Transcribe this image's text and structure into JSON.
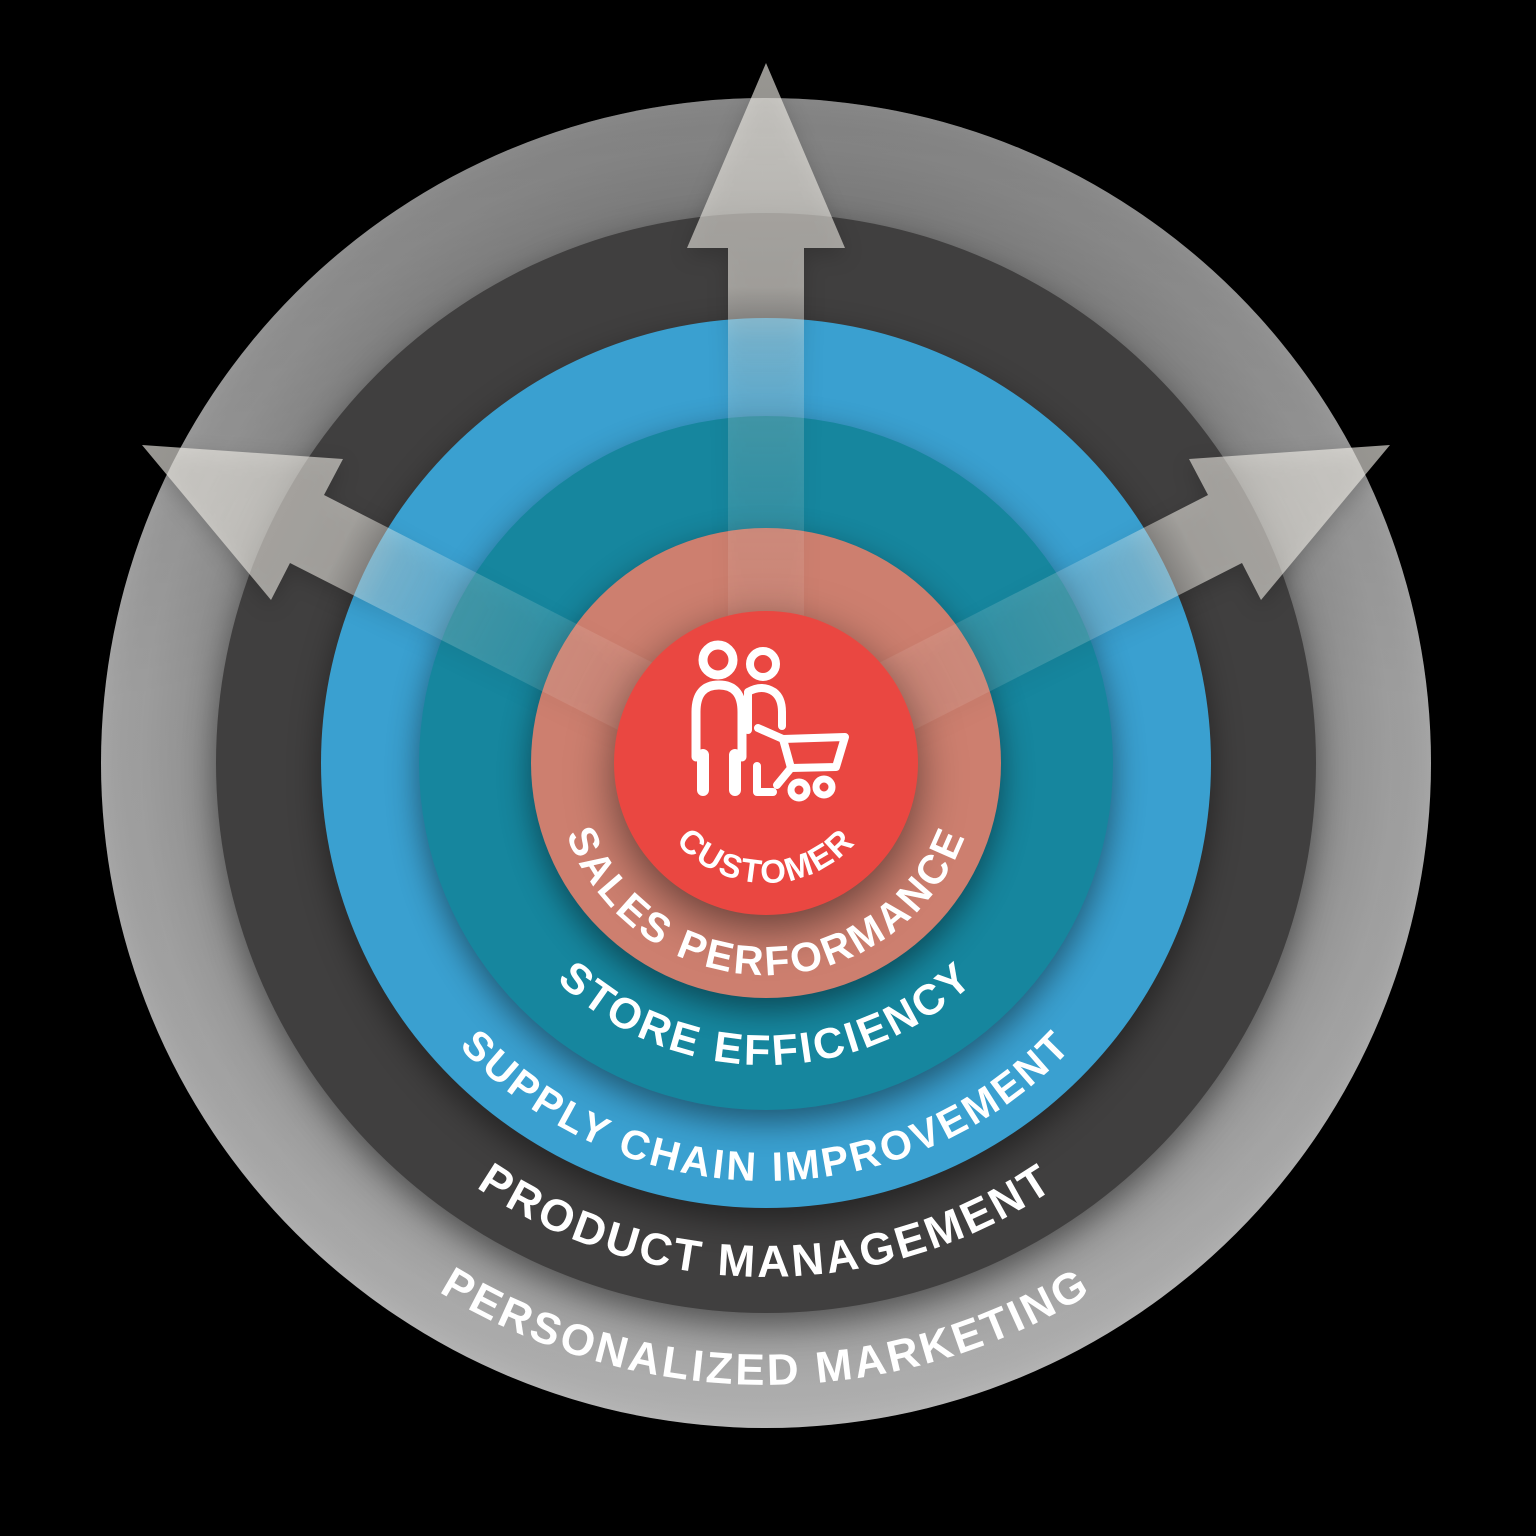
{
  "diagram": {
    "type": "concentric-rings",
    "background_color": "#000000",
    "label_color": "#ffffff",
    "arrow_color": "#f6f3ec",
    "center": {
      "label": "CUSTOMER",
      "icon": "customer-with-shopping-cart",
      "color": "#ea4741"
    },
    "rings": [
      {
        "label": "SALES PERFORMANCE",
        "color": "#cd7f6f"
      },
      {
        "label": "STORE EFFICIENCY",
        "color": "#16869e"
      },
      {
        "label": "SUPPLY CHAIN IMPROVEMENT",
        "color": "#3aa0d0"
      },
      {
        "label": "PRODUCT MANAGEMENT",
        "color": "#403f3f"
      },
      {
        "label": "PERSONALIZED MARKETING",
        "color": "#a8a8a8"
      }
    ],
    "arrows": [
      {
        "direction": "up-left"
      },
      {
        "direction": "up"
      },
      {
        "direction": "up-right"
      }
    ]
  }
}
